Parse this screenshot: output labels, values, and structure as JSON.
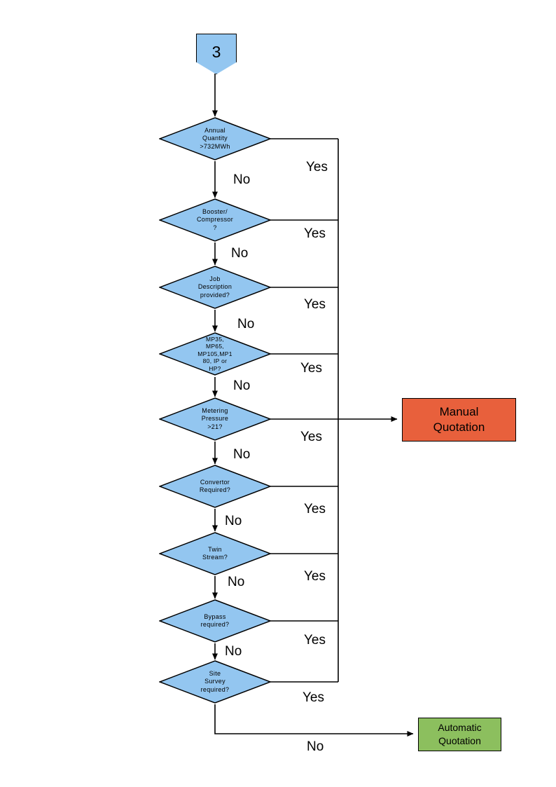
{
  "diagram": {
    "title_shape": {
      "label": "3",
      "shape": "pentagon",
      "fill": "#93C6F0"
    },
    "colors": {
      "decision_fill": "#93C6F0",
      "manual_fill": "#E8603C",
      "automatic_fill": "#8CBF5E",
      "stroke": "#000000"
    },
    "decisions": [
      {
        "id": "annual-quantity",
        "label": "Annual\nQuantity\n>732MWh",
        "yes_label": "Yes",
        "no_label": "No"
      },
      {
        "id": "booster-compressor",
        "label": "Booster/\nCompressor\n?",
        "yes_label": "Yes",
        "no_label": "No"
      },
      {
        "id": "job-description",
        "label": "Job\nDescription\nprovided?",
        "yes_label": "Yes",
        "no_label": "No"
      },
      {
        "id": "pressure-tier",
        "label": "MP35,\nMP65,\nMP105,MP1\n80, IP or\nHP?",
        "yes_label": "Yes",
        "no_label": "No"
      },
      {
        "id": "metering-pressure",
        "label": "Metering\nPressure\n>21?",
        "yes_label": "Yes",
        "no_label": "No"
      },
      {
        "id": "convertor",
        "label": "Convertor\nRequired?",
        "yes_label": "Yes",
        "no_label": "No"
      },
      {
        "id": "twin-stream",
        "label": "Twin\nStream?",
        "yes_label": "Yes",
        "no_label": "No"
      },
      {
        "id": "bypass",
        "label": "Bypass\nrequired?",
        "yes_label": "Yes",
        "no_label": "No"
      },
      {
        "id": "site-survey",
        "label": "Site\nSurvey\nrequired?",
        "yes_label": "Yes",
        "no_label": "No"
      }
    ],
    "outcomes": {
      "manual": {
        "label": "Manual\nQuotation"
      },
      "automatic": {
        "label": "Automatic\nQuotation"
      }
    },
    "final_no_label": "No"
  }
}
